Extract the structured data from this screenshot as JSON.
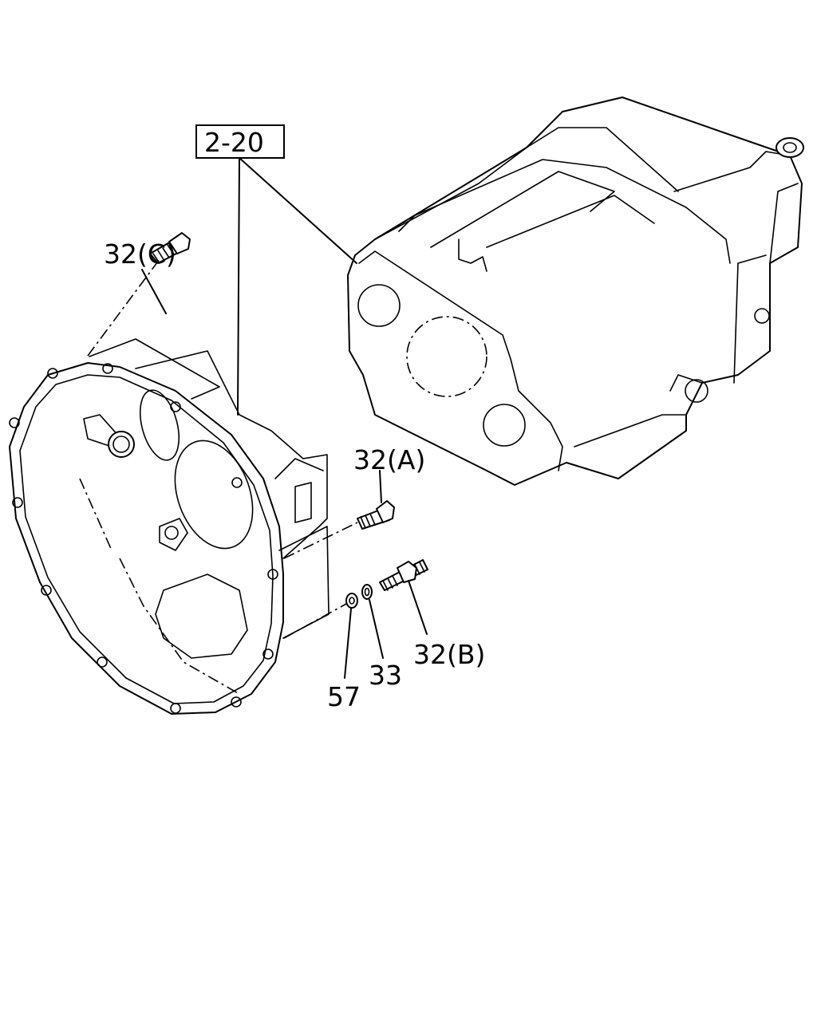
{
  "reference": {
    "label": "2-20"
  },
  "callouts": {
    "bolt_c": "32(C)",
    "bolt_a": "32(A)",
    "bolt_b": "32(B)",
    "washer_33": "33",
    "washer_57": "57"
  }
}
